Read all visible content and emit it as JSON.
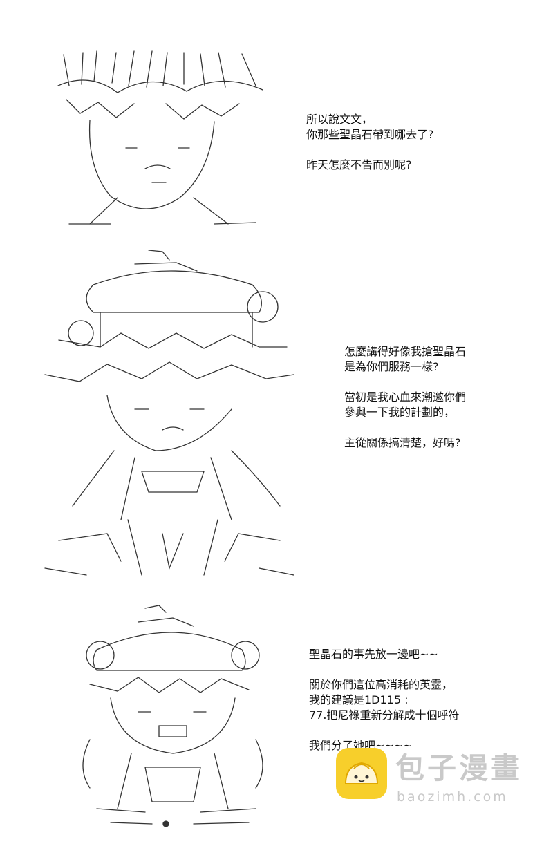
{
  "panels": [
    {
      "art_icon": "ascii-art-character-face-icon",
      "lines": [
        [
          "所以說文文，",
          "你那些聖晶石帶到哪去了?"
        ],
        [
          "昨天怎麼不告而別呢?"
        ]
      ]
    },
    {
      "art_icon": "ascii-art-character-with-hat-icon",
      "lines": [
        [
          "怎麼講得好像我搶聖晶石",
          "是為你們服務一樣?"
        ],
        [
          "當初是我心血來潮邀你們",
          "參與一下我的計劃的，"
        ],
        [
          "主從關係搞清楚，好嗎?"
        ]
      ]
    },
    {
      "art_icon": "ascii-art-chibi-character-icon",
      "lines": [
        [
          "聖晶石的事先放一邊吧~~"
        ],
        [
          "關於你們這位高消耗的英靈，",
          "我的建議是1D115 :",
          "77.把尼祿重新分解成十個呼符"
        ],
        [
          "我們分了她吧~~~~"
        ]
      ]
    }
  ],
  "watermark": {
    "logo_icon": "baozi-bun-logo-icon",
    "title": "包子漫畫",
    "url": "baozimh.com",
    "colors": {
      "logo": "#f7cf2b",
      "text": "#c9c9c9"
    }
  }
}
